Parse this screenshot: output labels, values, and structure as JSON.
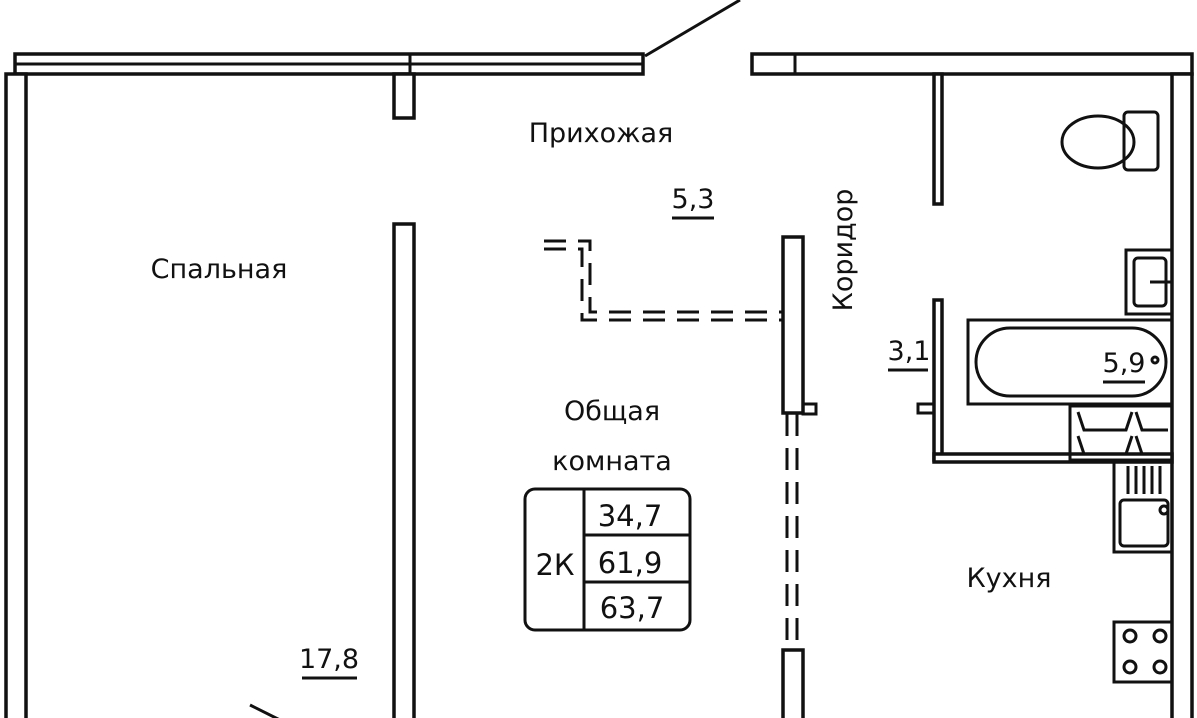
{
  "rooms": {
    "hallway": {
      "name": "Прихожая",
      "area": "5,3"
    },
    "bedroom": {
      "name": "Спальная",
      "area": "17,8"
    },
    "living": {
      "name_line1": "Общая",
      "name_line2": "комната"
    },
    "corridor": {
      "name": "Коридор",
      "area": "3,1"
    },
    "bathroom": {
      "area": "5,9"
    },
    "kitchen": {
      "name": "Кухня"
    }
  },
  "summary": {
    "type": "2К",
    "living_area": "34,7",
    "total_area": "61,9",
    "total_with_balcony": "63,7"
  },
  "colors": {
    "line": "#111111",
    "background": "#ffffff"
  }
}
